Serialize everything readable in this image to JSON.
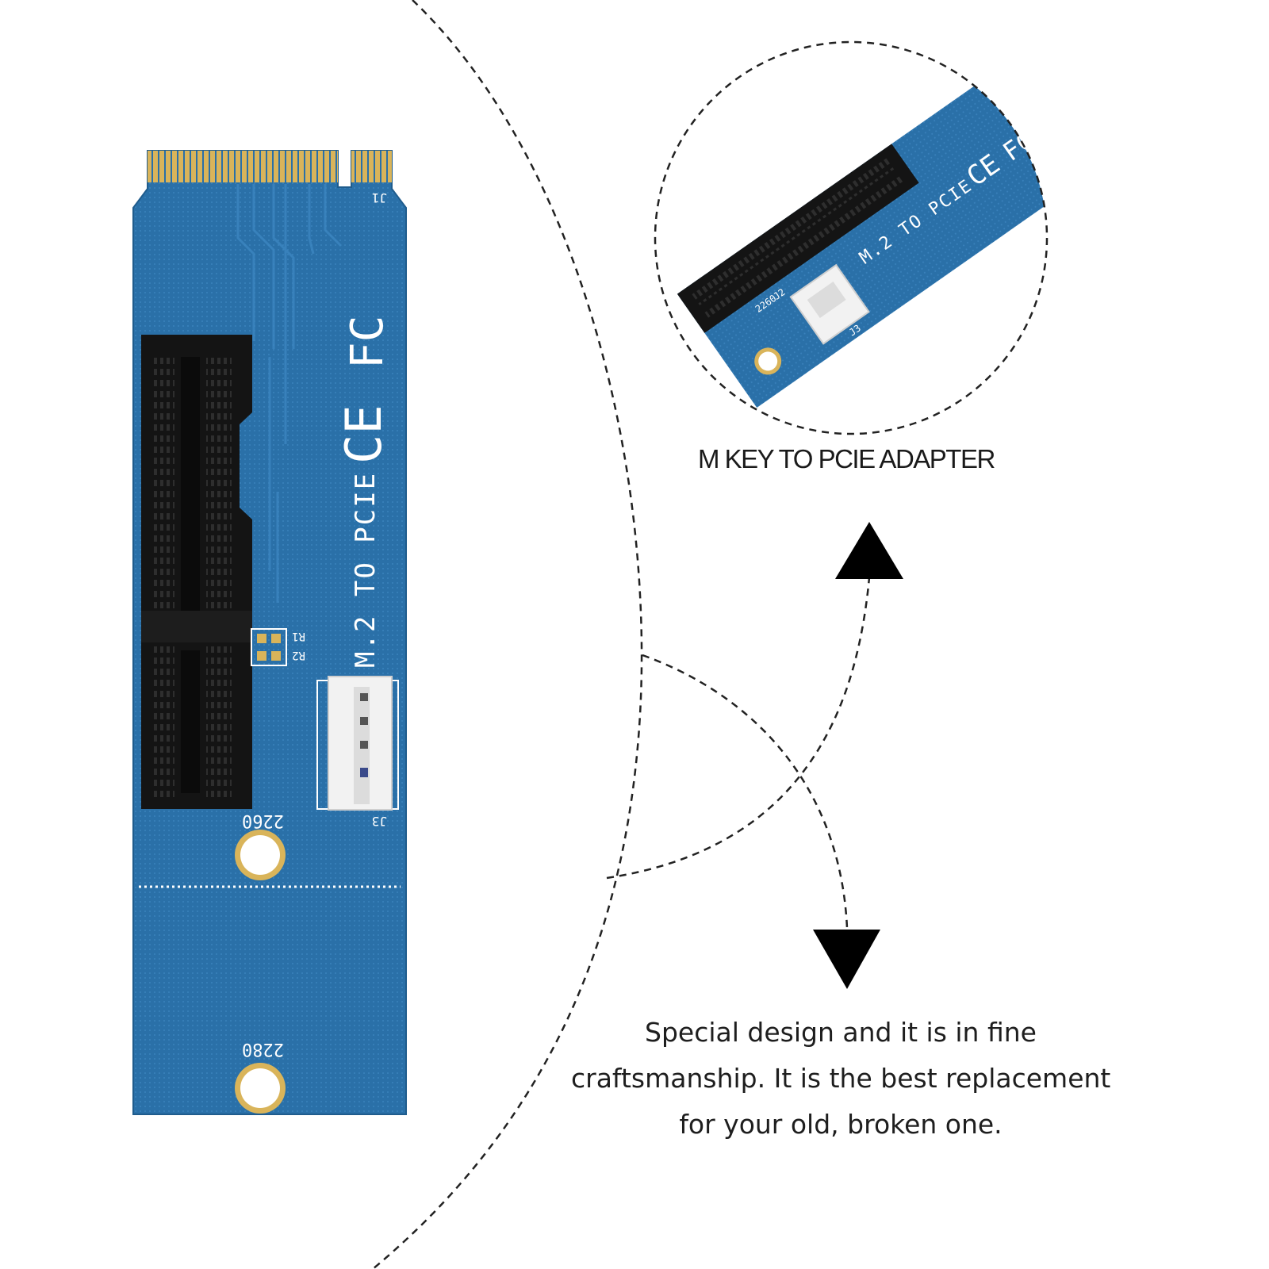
{
  "labels": {
    "caption": "M KEY TO PCIE ADAPTER",
    "description_lines": [
      "Special design and it is in fine",
      "craftsmanship. It is the best replacement",
      "for your old, broken one."
    ]
  },
  "board_markings": {
    "title": "M.2 TO PCIE",
    "j1": "J1",
    "j2": "J2",
    "j3": "J3",
    "r1": "R1",
    "r2": "R2",
    "mount_2260": "2260",
    "mount_2280": "2280",
    "ce_mark": "CE",
    "fcc_mark": "FC"
  },
  "colors": {
    "pcb_blue": "#2a70a8",
    "pcb_edge": "#1f5c8d",
    "gold_contacts": "#d9b45a",
    "slot_black": "#141414",
    "dashed_lines": "#222222",
    "arrows": "#000000"
  }
}
